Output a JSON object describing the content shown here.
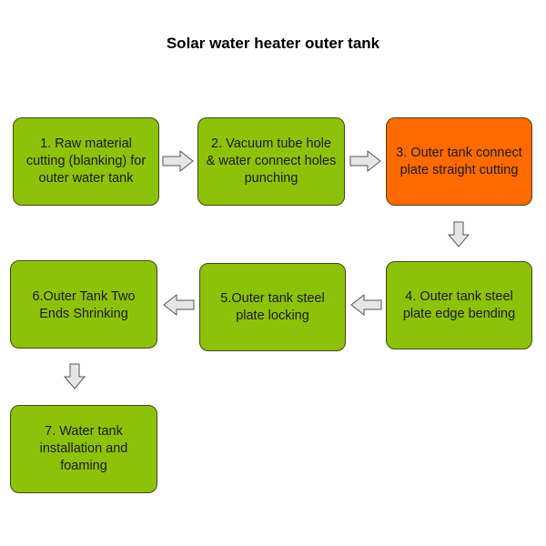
{
  "title": "Solar water heater outer tank",
  "colors": {
    "step_fill": "#8dc20a",
    "highlight_fill": "#ff6a00",
    "arrow_fill": "#e6e6e6",
    "arrow_stroke": "#555555"
  },
  "steps": [
    {
      "label": "1. Raw material cutting (blanking) for outer water tank",
      "highlighted": false
    },
    {
      "label": "2. Vacuum tube hole & water connect holes punching",
      "highlighted": false
    },
    {
      "label": "3. Outer tank connect plate straight cutting",
      "highlighted": true
    },
    {
      "label": "4. Outer tank steel plate edge bending",
      "highlighted": false
    },
    {
      "label": "5.Outer tank steel plate locking",
      "highlighted": false
    },
    {
      "label": "6.Outer Tank Two Ends Shrinking",
      "highlighted": false
    },
    {
      "label": "7. Water tank installation and foaming",
      "highlighted": false
    }
  ]
}
